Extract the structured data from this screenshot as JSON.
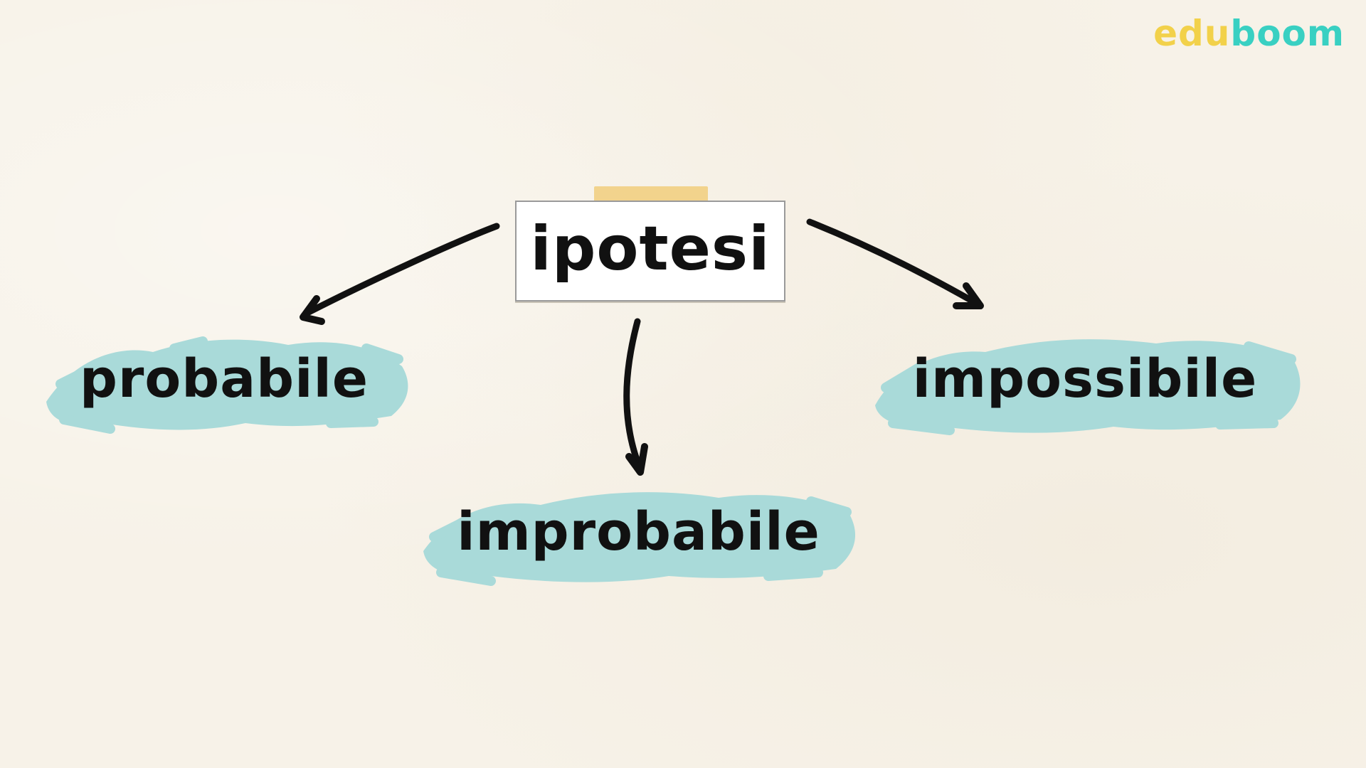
{
  "logo": {
    "part1": "edu",
    "part2": "boom"
  },
  "center": {
    "label": "ipotesi"
  },
  "branches": [
    {
      "id": "probabile",
      "label": "probabile"
    },
    {
      "id": "improbabile",
      "label": "improbabile"
    },
    {
      "id": "impossibile",
      "label": "impossibile"
    }
  ],
  "colors": {
    "background": "#f7f2e8",
    "brush": "#a9dad9",
    "tape": "#f0c86e",
    "logo_edu": "#f2d14a",
    "logo_boom": "#39d0c2",
    "text": "#111111"
  }
}
